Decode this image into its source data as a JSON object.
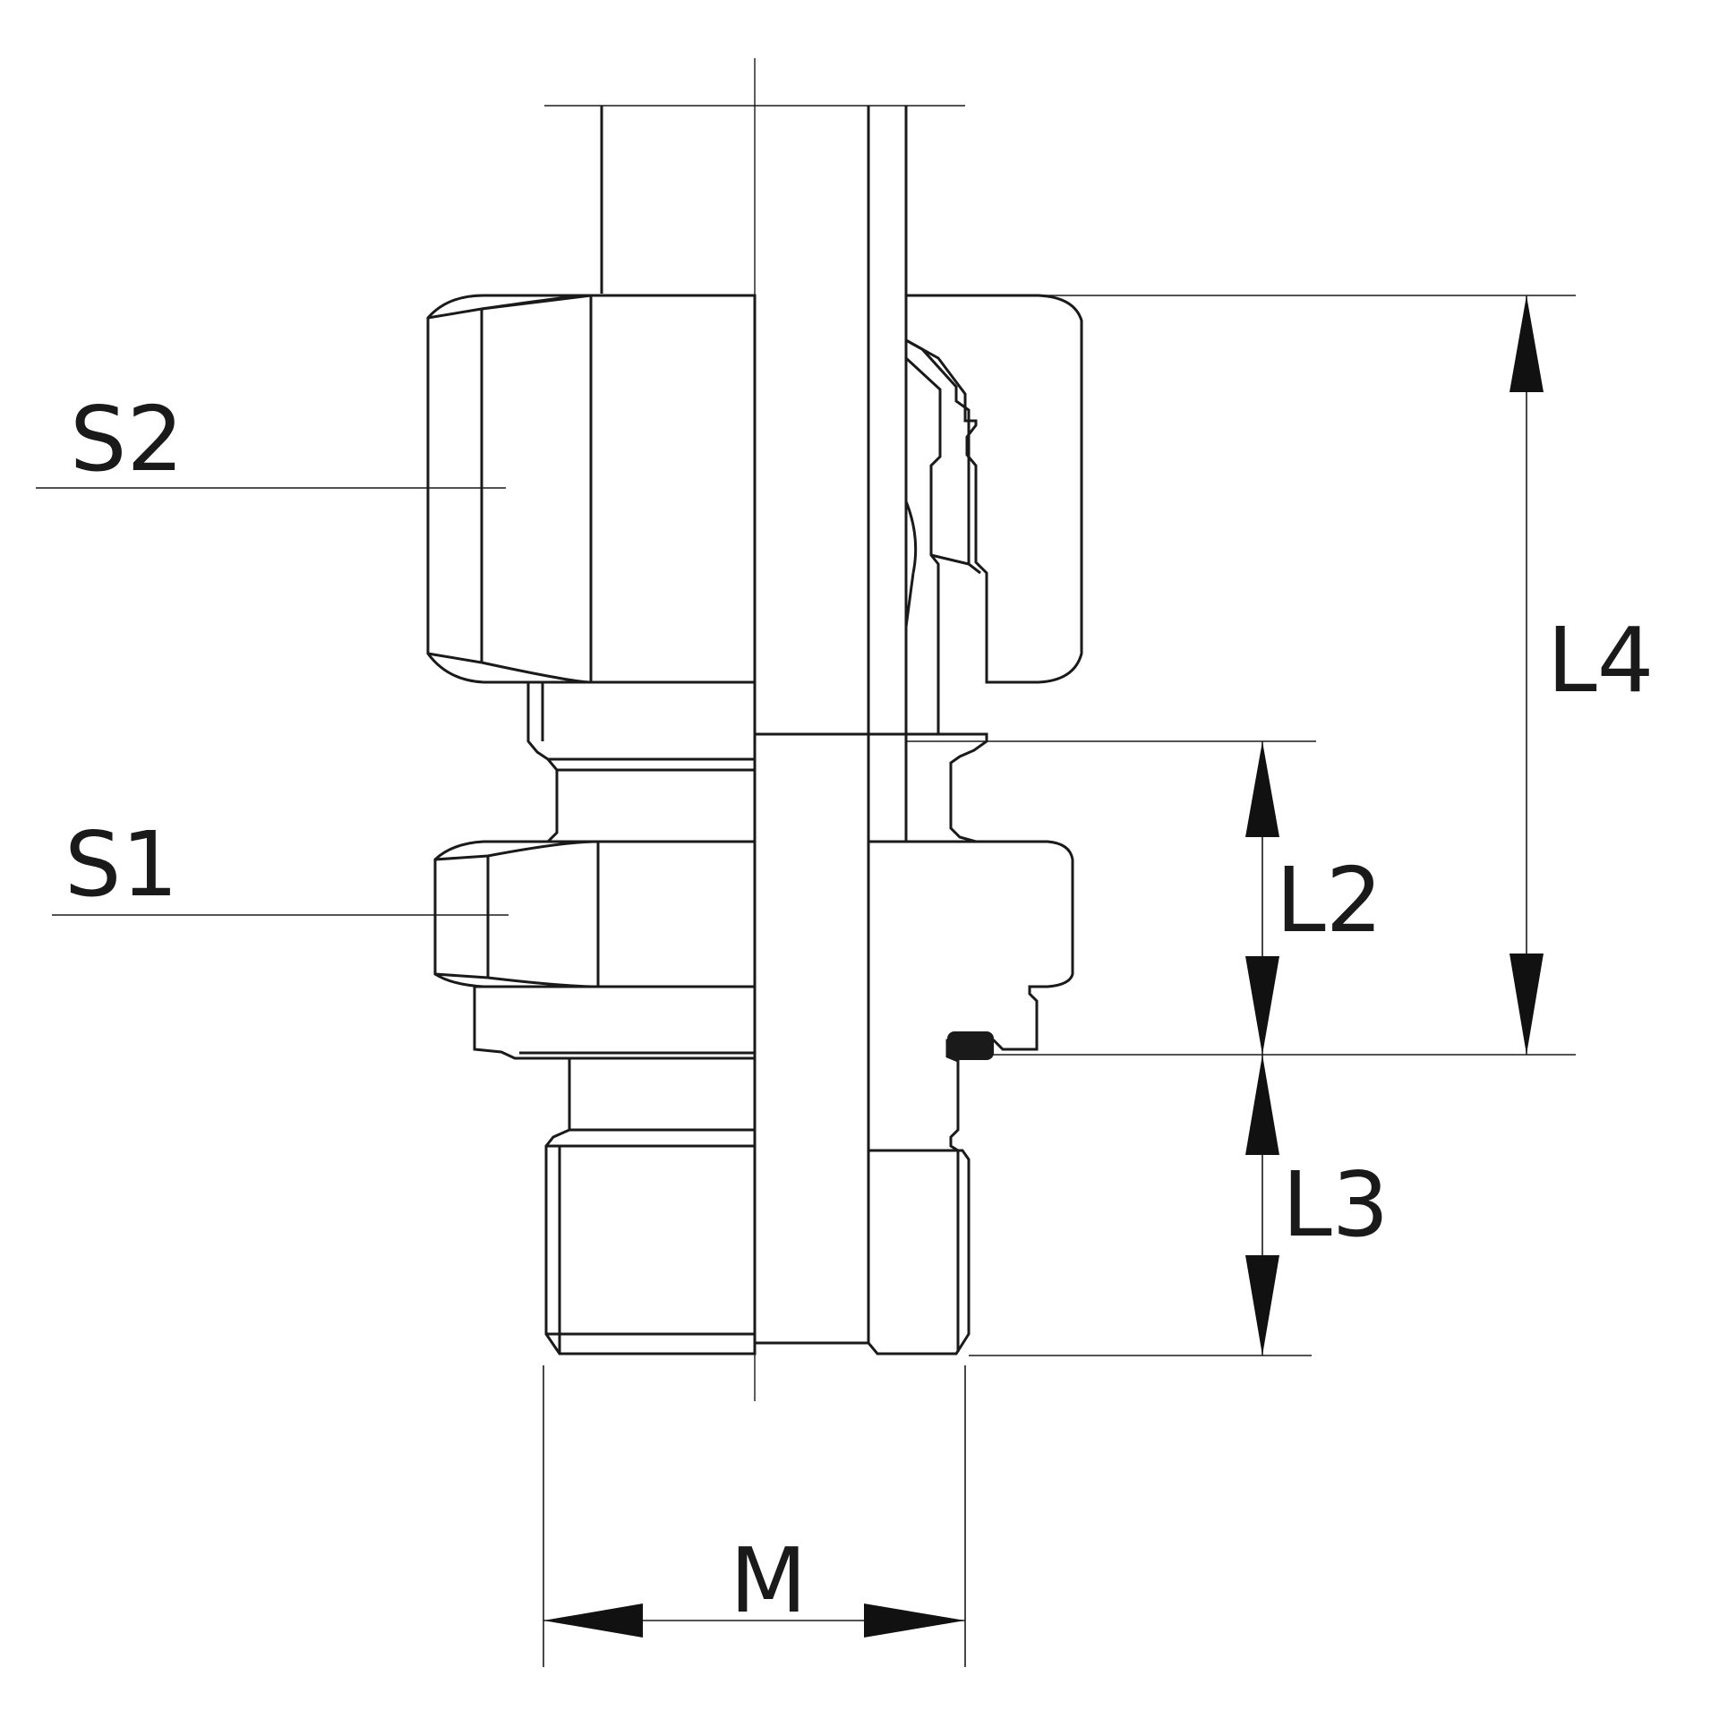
{
  "labels": {
    "s2": "S2",
    "s1": "S1",
    "l4": "L4",
    "l2": "L2",
    "l3": "L3",
    "m": "M"
  }
}
